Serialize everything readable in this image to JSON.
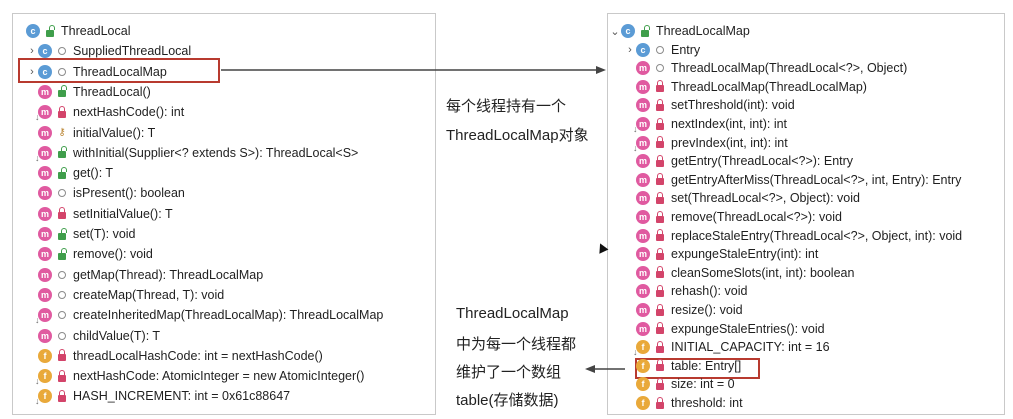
{
  "left_tree": {
    "root": "ThreadLocal",
    "items": [
      {
        "label": "SuppliedThreadLocal",
        "icon": "class",
        "vis": "package",
        "chevron": true
      },
      {
        "label": "ThreadLocalMap",
        "icon": "class",
        "vis": "package",
        "chevron": true
      },
      {
        "label": "ThreadLocal()",
        "icon": "method",
        "vis": "public"
      },
      {
        "label": "nextHashCode(): int",
        "icon": "method-static",
        "vis": "private"
      },
      {
        "label": "initialValue(): T",
        "icon": "method",
        "vis": "protected"
      },
      {
        "label": "withInitial(Supplier<? extends S>): ThreadLocal<S>",
        "icon": "method-static",
        "vis": "public"
      },
      {
        "label": "get(): T",
        "icon": "method",
        "vis": "public"
      },
      {
        "label": "isPresent(): boolean",
        "icon": "method",
        "vis": "package"
      },
      {
        "label": "setInitialValue(): T",
        "icon": "method",
        "vis": "private"
      },
      {
        "label": "set(T): void",
        "icon": "method",
        "vis": "public"
      },
      {
        "label": "remove(): void",
        "icon": "method",
        "vis": "public"
      },
      {
        "label": "getMap(Thread): ThreadLocalMap",
        "icon": "method",
        "vis": "package"
      },
      {
        "label": "createMap(Thread, T): void",
        "icon": "method",
        "vis": "package"
      },
      {
        "label": "createInheritedMap(ThreadLocalMap): ThreadLocalMap",
        "icon": "method-static",
        "vis": "package"
      },
      {
        "label": "childValue(T): T",
        "icon": "method",
        "vis": "package"
      },
      {
        "label": "threadLocalHashCode: int = nextHashCode()",
        "icon": "field-final",
        "vis": "private"
      },
      {
        "label": "nextHashCode: AtomicInteger = new AtomicInteger()",
        "icon": "field-static",
        "vis": "private"
      },
      {
        "label": "HASH_INCREMENT: int = 0x61c88647",
        "icon": "field-static-final",
        "vis": "private"
      }
    ]
  },
  "right_tree": {
    "root": "ThreadLocalMap",
    "items": [
      {
        "label": "Entry",
        "icon": "class",
        "vis": "package",
        "chevron": true
      },
      {
        "label": "ThreadLocalMap(ThreadLocal<?>, Object)",
        "icon": "method",
        "vis": "package"
      },
      {
        "label": "ThreadLocalMap(ThreadLocalMap)",
        "icon": "method",
        "vis": "private"
      },
      {
        "label": "setThreshold(int): void",
        "icon": "method",
        "vis": "private"
      },
      {
        "label": "nextIndex(int, int): int",
        "icon": "method-static",
        "vis": "private"
      },
      {
        "label": "prevIndex(int, int): int",
        "icon": "method-static",
        "vis": "private"
      },
      {
        "label": "getEntry(ThreadLocal<?>): Entry",
        "icon": "method",
        "vis": "private"
      },
      {
        "label": "getEntryAfterMiss(ThreadLocal<?>, int, Entry): Entry",
        "icon": "method",
        "vis": "private"
      },
      {
        "label": "set(ThreadLocal<?>, Object): void",
        "icon": "method",
        "vis": "private"
      },
      {
        "label": "remove(ThreadLocal<?>): void",
        "icon": "method",
        "vis": "private"
      },
      {
        "label": "replaceStaleEntry(ThreadLocal<?>, Object, int): void",
        "icon": "method",
        "vis": "private"
      },
      {
        "label": "expungeStaleEntry(int): int",
        "icon": "method",
        "vis": "private"
      },
      {
        "label": "cleanSomeSlots(int, int): boolean",
        "icon": "method",
        "vis": "private"
      },
      {
        "label": "rehash(): void",
        "icon": "method",
        "vis": "private"
      },
      {
        "label": "resize(): void",
        "icon": "method",
        "vis": "private"
      },
      {
        "label": "expungeStaleEntries(): void",
        "icon": "method",
        "vis": "private"
      },
      {
        "label": "INITIAL_CAPACITY: int = 16",
        "icon": "field-static-final",
        "vis": "private"
      },
      {
        "label": "table: Entry[]",
        "icon": "field",
        "vis": "private"
      },
      {
        "label": "size: int = 0",
        "icon": "field",
        "vis": "private"
      },
      {
        "label": "threshold: int",
        "icon": "field",
        "vis": "private"
      }
    ]
  },
  "annotations": {
    "top_line1": "每个线程持有一个",
    "top_line2": "ThreadLocalMap对象",
    "bottom_line1": "ThreadLocalMap",
    "bottom_line2": "中为每一个线程都",
    "bottom_line3": "维护了一个数组",
    "bottom_line4": "table(存储数据)"
  },
  "colors": {
    "highlight": "#b83a2f",
    "arrow": "#444444"
  }
}
